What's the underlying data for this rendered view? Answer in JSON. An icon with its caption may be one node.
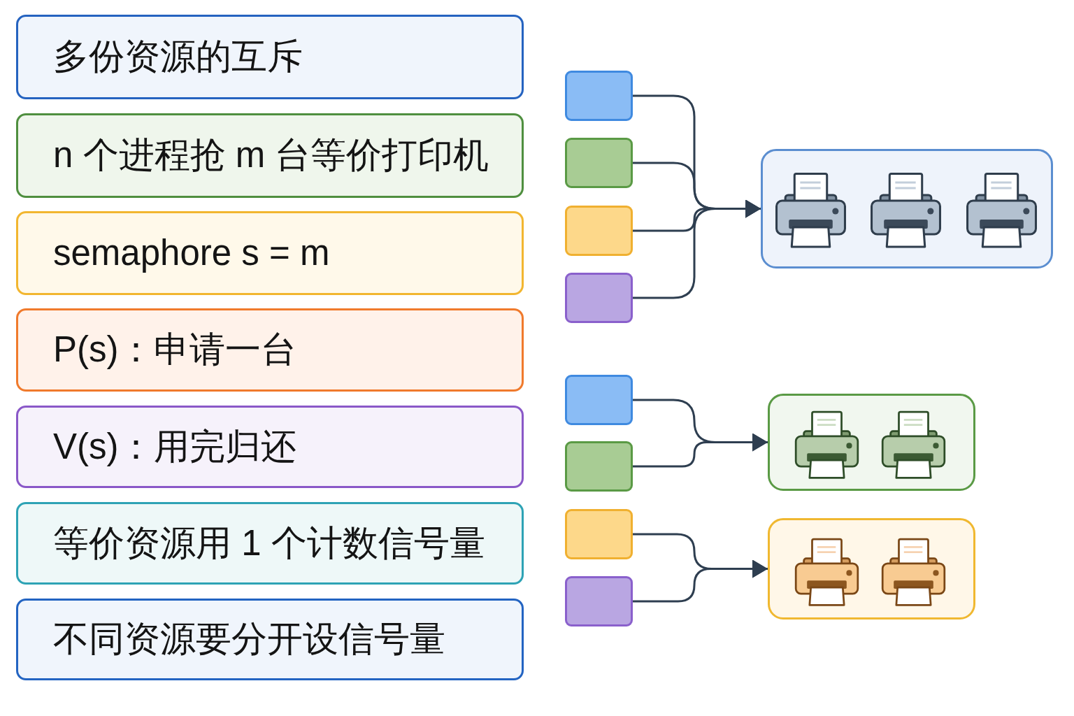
{
  "diagram": {
    "nodes": [
      {
        "text": [
          "多份资源的互斥"
        ]
      },
      {
        "text": [
          "n 个进程抢 m 台等价打印机"
        ]
      },
      {
        "text": [
          "semaphore s = m"
        ]
      },
      {
        "text": [
          "P(s)：申请一台"
        ]
      },
      {
        "text": [
          "V(s)：用完归还"
        ]
      },
      {
        "text": [
          "等价资源用 1 个计数信号量"
        ]
      },
      {
        "text": [
          "不同资源要分开设信号量"
        ]
      },
      {
        "text": [],
        "shape": "box"
      },
      {
        "text": [],
        "shape": "box"
      },
      {
        "text": [],
        "shape": "box"
      },
      {
        "text": [],
        "shape": "box"
      },
      {
        "text": [],
        "shape": "box"
      },
      {
        "text": [],
        "shape": "printer",
        "in": 11
      },
      {
        "text": [],
        "shape": "printer",
        "in": 11
      },
      {
        "text": [],
        "shape": "printer",
        "in": 11
      },
      {
        "text": [],
        "shape": "box"
      },
      {
        "text": [],
        "shape": "box"
      },
      {
        "text": [],
        "shape": "box"
      },
      {
        "text": [],
        "shape": "printer",
        "in": 17
      },
      {
        "text": [],
        "shape": "printer",
        "in": 17
      },
      {
        "text": [],
        "shape": "box"
      },
      {
        "text": [],
        "shape": "box"
      },
      {
        "text": [],
        "shape": "box"
      },
      {
        "text": [],
        "shape": "printer",
        "in": 22
      },
      {
        "text": [],
        "shape": "printer",
        "in": 22
      }
    ],
    "edges": [
      {
        "from": 7,
        "to": 11,
        "arrow": "to"
      },
      {
        "from": 8,
        "to": 11,
        "arrow": "to"
      },
      {
        "from": 9,
        "to": 11,
        "arrow": "to"
      },
      {
        "from": 10,
        "to": 11,
        "arrow": "to"
      },
      {
        "from": 15,
        "to": 17,
        "arrow": "to"
      },
      {
        "from": 16,
        "to": 17,
        "arrow": "to"
      },
      {
        "from": 20,
        "to": 22,
        "arrow": "to"
      },
      {
        "from": 21,
        "to": 22,
        "arrow": "to"
      }
    ]
  }
}
